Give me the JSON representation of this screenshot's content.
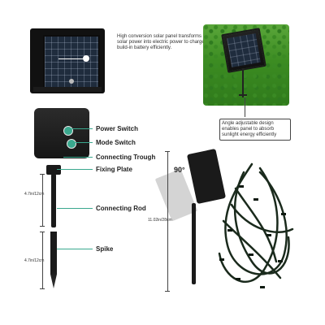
{
  "solar_panel_caption": "High conversion solar panel transforms solar power into electric power to charge build-in battery efficiently.",
  "angle_caption": "Angle adjustable design enables panel to absorb sunlight energy efficiently",
  "callouts": {
    "power_switch": "Power Switch",
    "mode_switch": "Mode Switch",
    "connecting_trough": "Connecting Trough",
    "fixing_plate": "Fixing Plate",
    "connecting_rod": "Connecting Rod",
    "spike": "Spike"
  },
  "dimensions": {
    "rod_length": "4.7in/12cm",
    "spike_length": "4.7in/12cm",
    "total_height": "11.02in/28cm",
    "rotation_angle": "90°"
  },
  "colors": {
    "accent": "#3aa88e",
    "grass": "#3c8c22",
    "panel_cell": "#1f2c3d"
  }
}
